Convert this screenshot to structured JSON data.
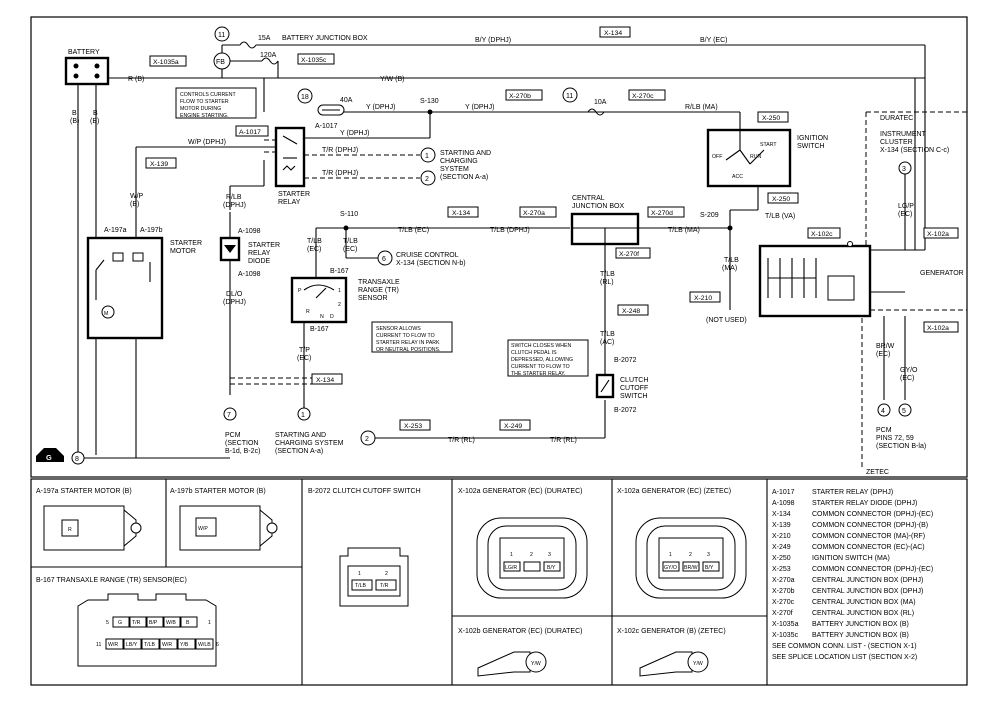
{
  "battery": {
    "label": "BATTERY",
    "wire_left": "B",
    "wire_left_code": "(B)",
    "wire_right": "B",
    "wire_right_code": "(B)"
  },
  "top": {
    "fuse15_num": "11",
    "fuse15": "15A",
    "bjb": "BATTERY JUNCTION BOX",
    "wire_by_dphj": "B/Y (DPHJ)",
    "wire_by_ec": "B/Y (EC)",
    "x134_top": "X-134",
    "x1035a": "X-1035a",
    "wire_rb": "R (B)",
    "fb": "FB",
    "fuse120": "120A",
    "x1035c": "X-1035c",
    "wire_yw": "Y/W (B)",
    "fuse40_num": "18",
    "fuse40": "40A",
    "wire_y_dphj1": "Y (DPHJ)",
    "s130": "S-130",
    "wire_y_dphj2": "Y (DPHJ)",
    "x270b": "X-270b",
    "fuse10_num": "11",
    "fuse10": "10A",
    "x270c": "X-270c",
    "wire_rlb_ma": "R/LB (MA)"
  },
  "relay": {
    "note": [
      "CONTROLS CURRENT",
      "FLOW TO STARTER",
      "MOTOR DURING",
      "ENGINE STARTING."
    ],
    "a1017": "A-1017",
    "a1017b": "A-1017",
    "label1": "STARTER",
    "label2": "RELAY",
    "wire_y_dphj": "Y (DPHJ)",
    "wire_wp": "W/P (DPHJ)",
    "wire_tr1": "T/R (DPHJ)",
    "wire_tr2": "T/R (DPHJ)",
    "ref1_num": "1",
    "ref2_num": "2",
    "ref_text": [
      "STARTING AND",
      "CHARGING",
      "SYSTEM",
      "(SECTION A-a)"
    ]
  },
  "starter": {
    "x139": "X-139",
    "wire_wp": "W/P",
    "wire_wp_code": "(B)",
    "a197a": "A-197a",
    "a197b": "A-197b",
    "label1": "STARTER",
    "label2": "MOTOR",
    "m": "M"
  },
  "diode": {
    "wire_rlb": "R/LB",
    "wire_rlb_code": "(DPHJ)",
    "a1098": "A-1098",
    "a1098b": "A-1098",
    "label": [
      "STARTER",
      "RELAY",
      "DIODE"
    ],
    "wire_dlo": "DL/O",
    "wire_dlo_code": "(DPHJ)"
  },
  "tr": {
    "s110": "S-110",
    "x134": "X-134",
    "x270a": "X-270a",
    "wire_tlb_ec": "T/LB (EC)",
    "wire_tlb_dphj": "T/LB (DPHJ)",
    "wire_tlb_ec2": "T/LB",
    "wire_tlb_ec2_code": "(EC)",
    "wire_tlb_ec3": "T/LB",
    "wire_tlb_ec3_code": "(EC)",
    "b167": "B-167",
    "b167b": "B-167",
    "label": [
      "TRANSAXLE",
      "RANGE (TR)",
      "SENSOR"
    ],
    "cruise_num": "6",
    "cruise": [
      "CRUISE CONTROL",
      "X-134 (SECTION N-b)"
    ],
    "note": [
      "SENSOR ALLOWS",
      "CURRENT TO FLOW TO",
      "STARTER RELAY IN PARK",
      "OR NEUTRAL POSITIONS."
    ],
    "p": "P",
    "r": "R",
    "n": "N",
    "d": "D",
    "two": "2",
    "one": "1",
    "wire_tp": "T/P",
    "wire_tp_code": "(EC)",
    "x134b": "X-134"
  },
  "pcm_left": {
    "num": "7",
    "text": [
      "PCM",
      "(SECTION",
      "B-1d, B-2c)"
    ]
  },
  "scs": {
    "num": "1",
    "text": [
      "STARTING AND",
      "CHARGING SYSTEM",
      "(SECTION A-a)"
    ]
  },
  "bottom": {
    "x253": "X-253",
    "x249": "X-249",
    "wire_tr_rl1": "T/R (RL)",
    "wire_tr_rl2": "T/R (RL)",
    "ref_num": "2"
  },
  "cjb": {
    "label": [
      "CENTRAL",
      "JUNCTION BOX"
    ],
    "x270d": "X-270d",
    "x270f": "X-270f",
    "wire_tlb_ma": "T/LB (MA)",
    "wire_tlb_rl": "T/LB",
    "wire_tlb_rl_code": "(RL)",
    "x248": "X-248",
    "wire_tlb_ac": "T/LB",
    "wire_tlb_ac_code": "(AC)"
  },
  "clutch": {
    "note": [
      "SWITCH CLOSES WHEN",
      "CLUTCH PEDAL IS",
      "DEPRESSED, ALLOWING",
      "CURRENT TO FLOW TO",
      "THE STARTER RELAY."
    ],
    "b2072": "B-2072",
    "b2072b": "B-2072",
    "label": [
      "CLUTCH",
      "CUTOFF",
      "SWITCH"
    ]
  },
  "ign": {
    "x250": "X-250",
    "x250b": "X-250",
    "label1": "IGNITION",
    "label2": "SWITCH",
    "off": "OFF",
    "acc": "ACC",
    "run": "RUN",
    "start": "START",
    "wire_tlb_va": "T/LB (VA)"
  },
  "s209": {
    "label": "S-209",
    "wire": "T/LB",
    "wire_code": "(MA)",
    "x210": "X-210",
    "notused": "(NOT USED)"
  },
  "gen": {
    "duratec": "DURATEC",
    "ic": [
      "INSTRUMENT",
      "CLUSTER",
      "X-134 (SECTION C-c)"
    ],
    "ic_num": "3",
    "wire_lgp": "LG/P",
    "wire_lgp_code": "(EC)",
    "x102a": "X-102a",
    "x102c": "X-102c",
    "x102a2": "X-102a",
    "label": "GENERATOR",
    "x102a3": "X-102a",
    "wire_brw": "BR/W",
    "wire_brw_code": "(EC)",
    "wire_gyo": "GY/O",
    "wire_gyo_code": "(EC)",
    "pcm_num1": "4",
    "pcm_num2": "5",
    "pcm": [
      "PCM",
      "PINS 72, 59",
      "(SECTION B-la)"
    ],
    "zetec": "ZETEC"
  },
  "ground": {
    "label": "G",
    "num": "8"
  },
  "panels": {
    "a197a": "A-197a   STARTER MOTOR (B)",
    "a197a_pin": "R",
    "a197b": "A-197b   STARTER MOTOR (B)",
    "a197b_pin": "W/P",
    "b2072": "B-2072   CLUTCH CUTOFF SWITCH",
    "b2072_p1": "1",
    "b2072_p2": "2",
    "b2072_w1": "T/LB",
    "b2072_w2": "T/R",
    "x102a_d": "X-102a   GENERATOR (EC) (DURATEC)",
    "x102a_d_pins": [
      "1",
      "2",
      "3"
    ],
    "x102a_d_w": [
      "LG/R",
      "",
      "B/Y"
    ],
    "x102a_z": "X-102a   GENERATOR (EC) (ZETEC)",
    "x102a_z_pins": [
      "1",
      "2",
      "3"
    ],
    "x102a_z_w": [
      "GY/O",
      "BR/W",
      "B/Y"
    ],
    "x102b_d": "X-102b   GENERATOR (EC) (DURATEC)",
    "x102b_d_w": "Y/W",
    "x102c_z": "X-102c   GENERATOR (B) (ZETEC)",
    "x102c_z_w": "Y/W",
    "b167": "B-167      TRANSAXLE RANGE (TR) SENSOR(EC)",
    "b167_row1_l": "5",
    "b167_row1": [
      "G",
      "T/R",
      "B/P",
      "W/B",
      "B"
    ],
    "b167_row1_r": "1",
    "b167_row2_l": "11",
    "b167_row2": [
      "W/R",
      "LB/Y",
      "T/LB",
      "W/R",
      "Y/B",
      "W/LB"
    ],
    "b167_row2_r": "6"
  },
  "legend": [
    [
      "A-1017",
      "STARTER RELAY (DPHJ)"
    ],
    [
      "A-1098",
      "STARTER RELAY DIODE (DPHJ)"
    ],
    [
      "X-134",
      "COMMON CONNECTOR (DPHJ)-(EC)"
    ],
    [
      "X-139",
      "COMMON CONNECTOR (DPHJ)-(B)"
    ],
    [
      "X-210",
      "COMMON CONNECTOR (MA)-(RF)"
    ],
    [
      "X-249",
      "COMMON CONNECTOR (EC)-(AC)"
    ],
    [
      "X-250",
      "IGNITION SWITCH (MA)"
    ],
    [
      "X-253",
      "COMMON CONNECTOR (DPHJ)-(EC)"
    ],
    [
      "X-270a",
      "CENTRAL JUNCTION BOX (DPHJ)"
    ],
    [
      "X-270b",
      "CENTRAL JUNCTION BOX (DPHJ)"
    ],
    [
      "X-270c",
      "CENTRAL JUNCTION BOX (MA)"
    ],
    [
      "X-270f",
      "CENTRAL JUNCTION BOX (RL)"
    ],
    [
      "X-1035a",
      "BATTERY JUNCTION BOX (B)"
    ],
    [
      "X-1035c",
      "BATTERY JUNCTION BOX (B)"
    ],
    [
      "",
      "SEE COMMON CONN. LIST - (SECTION X-1)"
    ],
    [
      "",
      "SEE SPLICE LOCATION LIST (SECTION X-2)"
    ]
  ]
}
